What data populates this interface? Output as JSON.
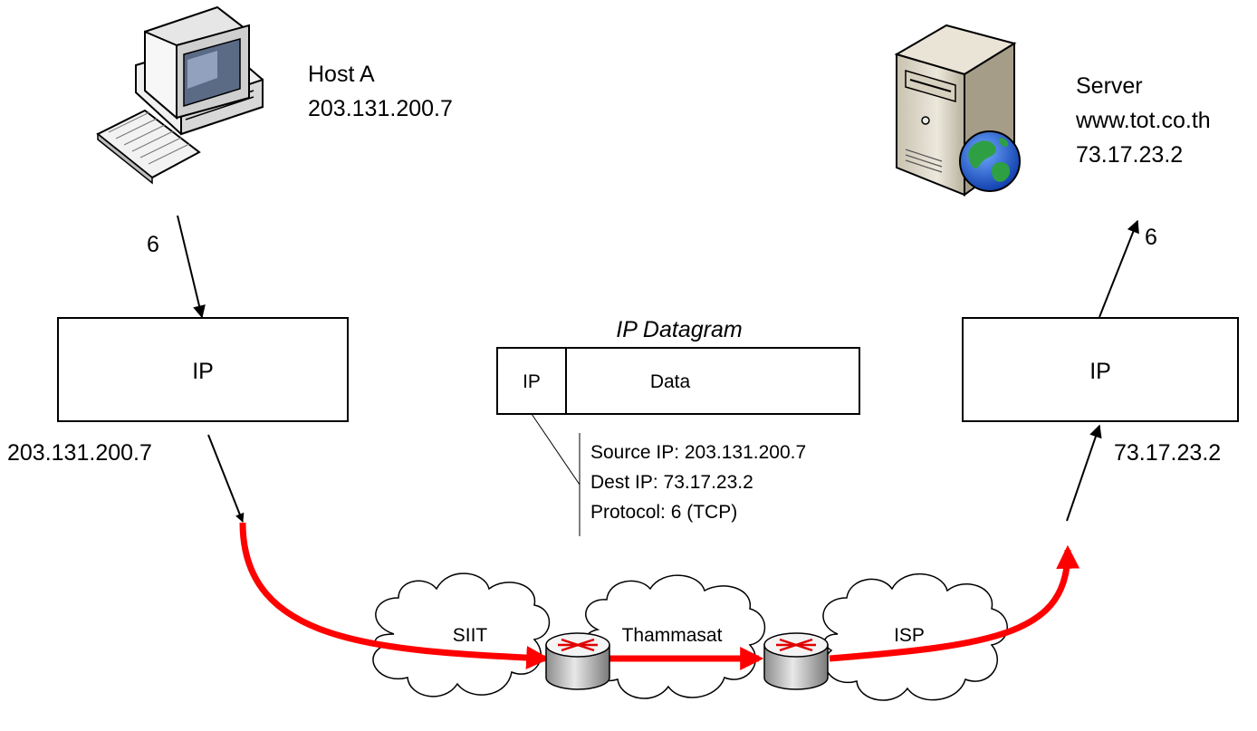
{
  "host": {
    "name": "Host A",
    "ip": "203.131.200.7",
    "protocol": "6",
    "layer": "IP",
    "iface_ip": "203.131.200.7"
  },
  "server": {
    "name": "Server",
    "hostname": "www.tot.co.th",
    "ip": "73.17.23.2",
    "protocol": "6",
    "layer": "IP",
    "iface_ip": "73.17.23.2"
  },
  "datagram": {
    "title": "IP Datagram",
    "header_label": "IP",
    "data_label": "Data",
    "source": "Source IP: 203.131.200.7",
    "dest": "Dest IP: 73.17.23.2",
    "protocol": "Protocol: 6 (TCP)"
  },
  "clouds": [
    "SIIT",
    "Thammasat",
    "ISP"
  ],
  "colors": {
    "path": "#ff0000",
    "globe_blue": "#1f5fd6",
    "globe_green": "#2ea043"
  },
  "icons": [
    "desktop-computer-icon",
    "server-tower-icon",
    "globe-icon",
    "router-icon",
    "cloud-icon"
  ]
}
